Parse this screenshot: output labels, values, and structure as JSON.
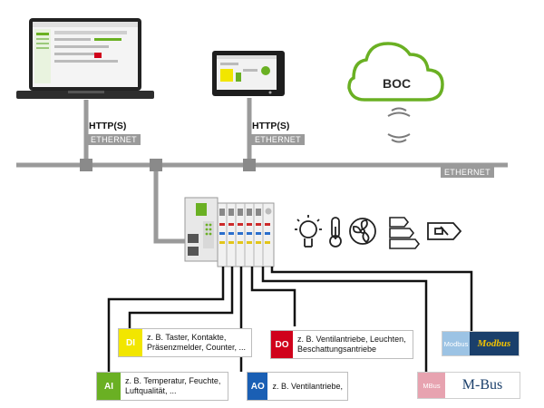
{
  "laptop_protocol": "HTTP(S)",
  "laptop_network": "ETHERNET",
  "panel_protocol": "HTTP(S)",
  "panel_network": "ETHERNET",
  "main_bus_label": "ETHERNET",
  "cloud_label": "BOC",
  "modules": {
    "di": {
      "tag": "DI",
      "line1": "z. B. Taster, Kontakte,",
      "line2": "Präsenzmelder, Counter, ...",
      "color": "#f2e600"
    },
    "do": {
      "tag": "DO",
      "line1": "z. B. Ventilantriebe, Leuchten,",
      "line2": "Beschattungsantriebe",
      "color": "#d0021b"
    },
    "ai": {
      "tag": "AI",
      "line1": "z. B. Temperatur, Feuchte,",
      "line2": "Luftqualität, ...",
      "color": "#6ab023"
    },
    "ao": {
      "tag": "AO",
      "line1": "z. B. Ventilantriebe,",
      "line2": "",
      "color": "#1a5fb4"
    }
  },
  "modbus": {
    "tag": "Modbus",
    "logo": "Modbus",
    "color": "#9cc3e4"
  },
  "mbus": {
    "tag": "MBus",
    "logo": "M-Bus",
    "color": "#e7a3b0"
  },
  "icons": [
    "light-bulb-icon",
    "thermometer-icon",
    "fan-icon",
    "energy-class-icon",
    "damper-icon"
  ],
  "colors": {
    "wire": "#9a9a9a",
    "cloud": "#6ab023",
    "controller": "#6ab023",
    "line": "#111111"
  }
}
